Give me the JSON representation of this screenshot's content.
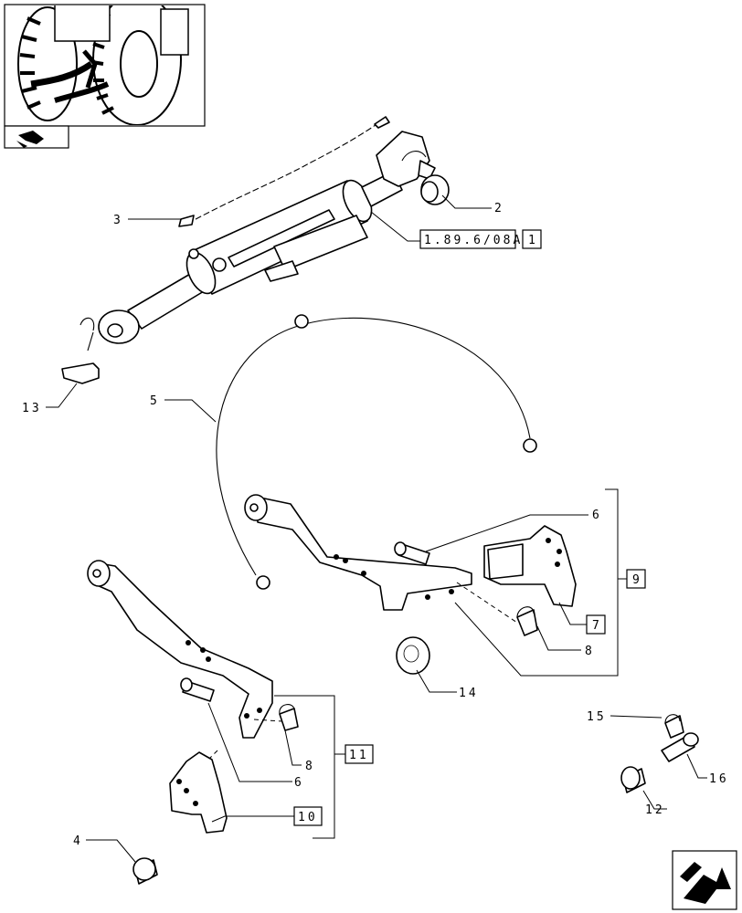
{
  "callouts": {
    "c2": "2",
    "c3": "3",
    "c4": "4",
    "c5": "5",
    "c6a": "6",
    "c6b": "6",
    "c7": "7",
    "c8a": "8",
    "c8b": "8",
    "c9": "9",
    "c10": "10",
    "c11": "11",
    "c12": "12",
    "c13": "13",
    "c14": "14",
    "c15": "15",
    "c16": "16"
  },
  "reference": {
    "code": "1.89.6/08A",
    "index": "1"
  },
  "icons": {
    "thumbnail": "tractor-rear-hitch-thumbnail",
    "thumbnail_nav": "previous-page-arrow-icon",
    "page_nav": "next-page-arrow-icon"
  }
}
